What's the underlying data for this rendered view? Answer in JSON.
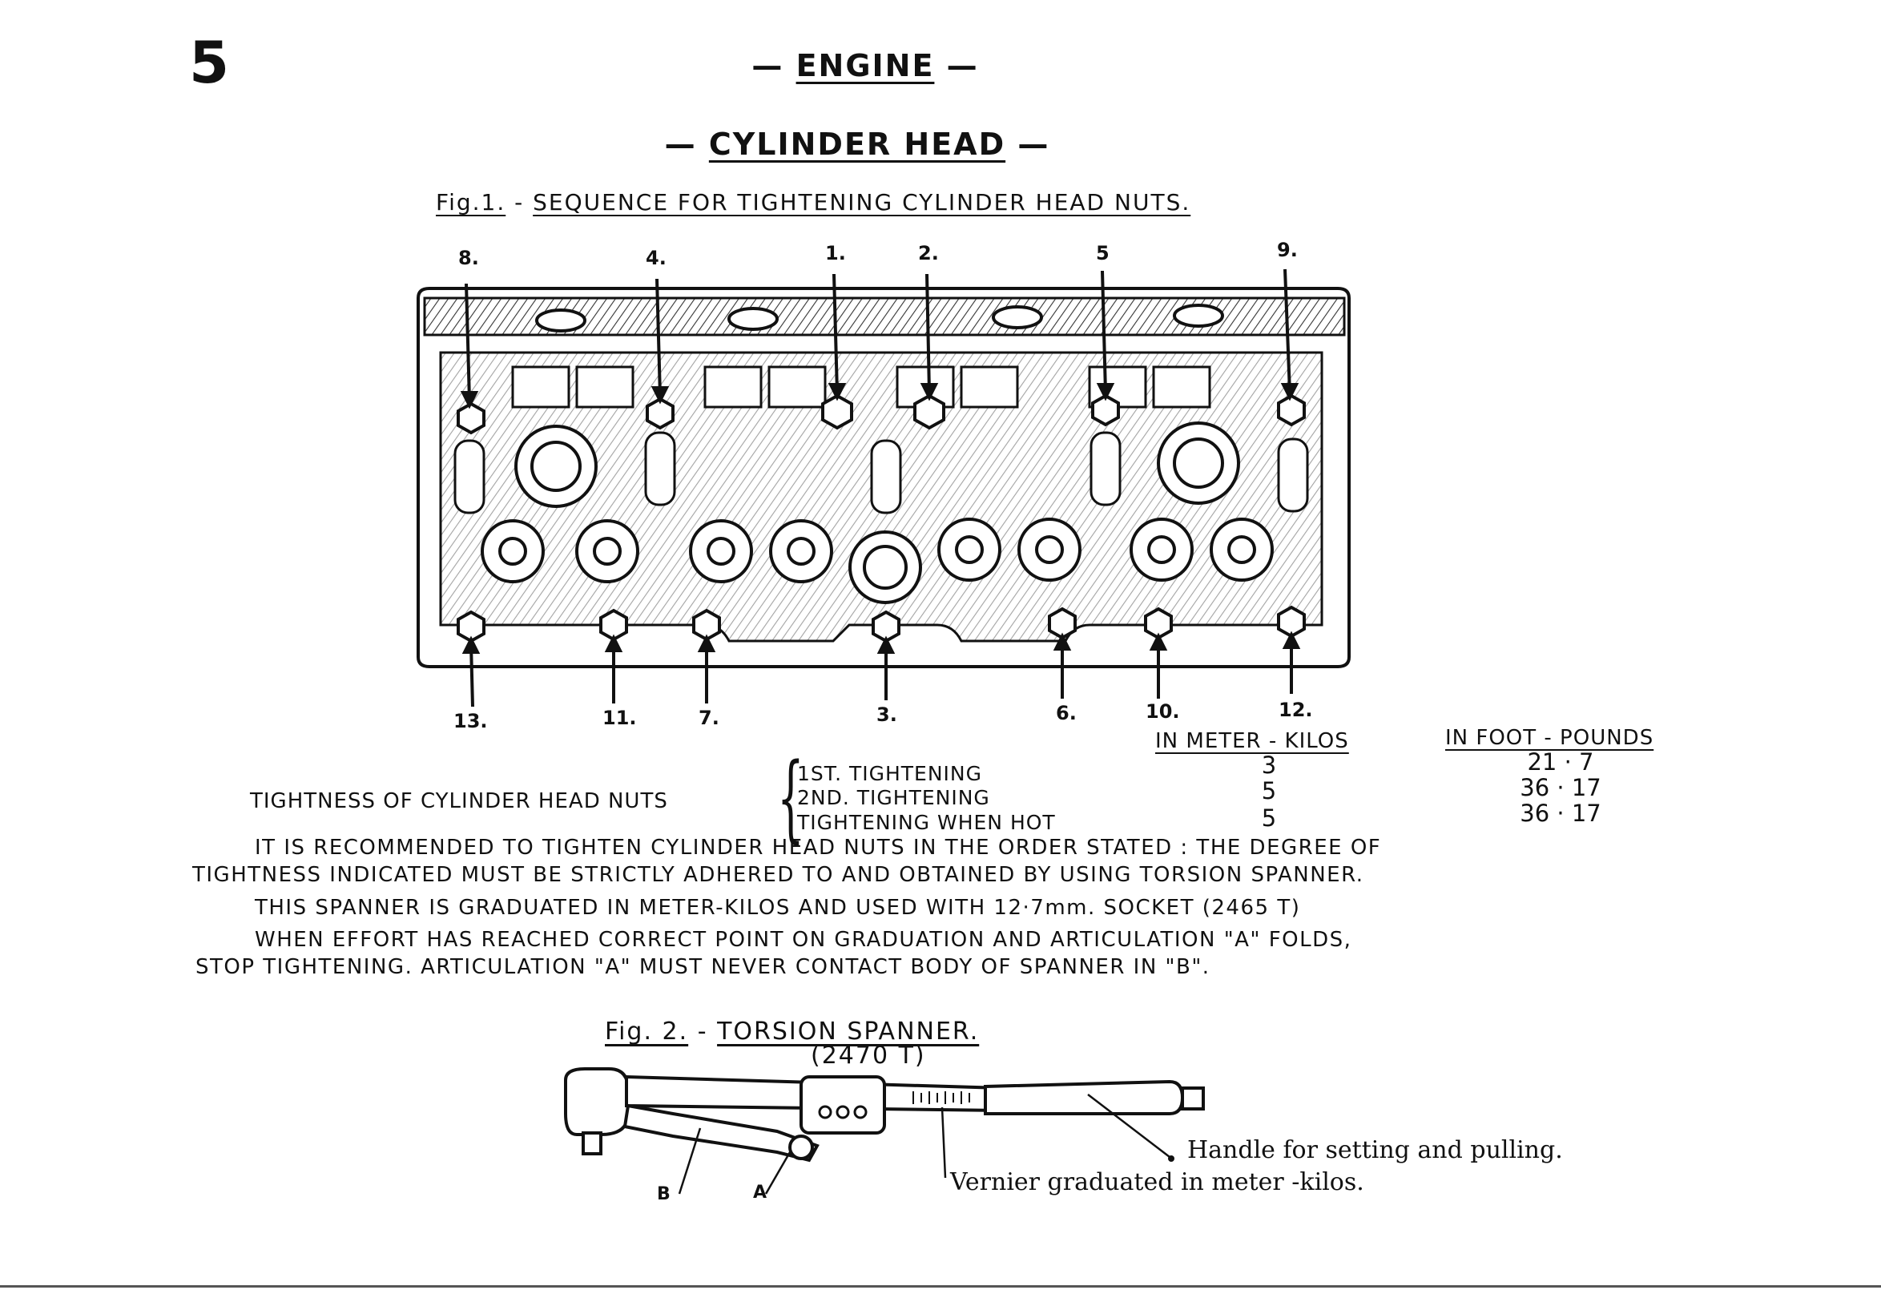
{
  "page_number": "5",
  "section_title": "ENGINE",
  "subsection_title": "CYLINDER HEAD",
  "fig1": {
    "prefix": "Fig.1.",
    "caption": "SEQUENCE FOR TIGHTENING CYLINDER HEAD NUTS.",
    "top_labels": [
      "8.",
      "4.",
      "1.",
      "2.",
      "5",
      "9."
    ],
    "bottom_labels": [
      "13.",
      "11.",
      "7.",
      "3.",
      "6.",
      "10.",
      "12."
    ]
  },
  "torque_table": {
    "label": "TIGHTNESS OF CYLINDER HEAD NUTS",
    "col_meter_kilos": "IN METER - KILOS",
    "col_foot_pounds": "IN FOOT - POUNDS",
    "rows": [
      {
        "step": "1ST. TIGHTENING",
        "meter_kilos": "3",
        "foot_pounds": "21 · 7"
      },
      {
        "step": "2ND. TIGHTENING",
        "meter_kilos": "5",
        "foot_pounds": "36 · 17"
      },
      {
        "step": "TIGHTENING WHEN HOT",
        "meter_kilos": "5",
        "foot_pounds": "36 · 17"
      }
    ]
  },
  "instructions": [
    "IT IS RECOMMENDED TO TIGHTEN CYLINDER HEAD NUTS IN THE ORDER STATED : THE DEGREE OF",
    "TIGHTNESS INDICATED MUST BE STRICTLY ADHERED TO AND OBTAINED BY USING TORSION SPANNER.",
    "THIS SPANNER IS GRADUATED IN METER-KILOS AND USED WITH 12·7mm. SOCKET (2465 T)",
    "WHEN EFFORT HAS REACHED CORRECT POINT ON GRADUATION AND ARTICULATION \"A\" FOLDS,",
    "STOP TIGHTENING. ARTICULATION \"A\" MUST NEVER CONTACT BODY OF SPANNER IN \"B\"."
  ],
  "fig2": {
    "prefix": "Fig. 2.",
    "dash": "-",
    "caption": "TORSION SPANNER.",
    "part_number": "(2470 T)",
    "callout_handle": "Handle for setting and pulling.",
    "callout_vernier": "Vernier graduated in meter -kilos.",
    "label_b": "B",
    "label_a": "A"
  }
}
